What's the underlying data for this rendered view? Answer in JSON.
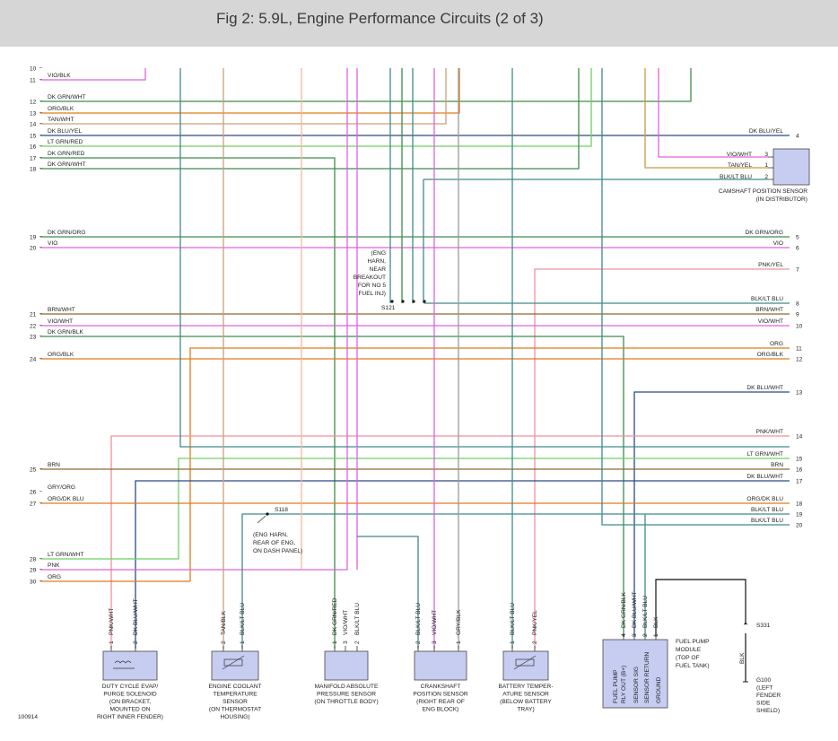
{
  "header": {
    "title": "Fig 2: 5.9L, Engine Performance Circuits (2 of 3)"
  },
  "colors": {
    "DK_GRN": "#3f8d4a",
    "ORG": "#e07a1a",
    "TAN": "#c9a07a",
    "DK_BLU": "#2a4a8a",
    "LT_GRN": "#6ed060",
    "VIO": "#e060e0",
    "BLK_LTBLU": "#3f8a8a",
    "BRN": "#8a6a2a",
    "PNK": "#f090a0",
    "GRY": "#9a9a9a",
    "OUTLINE": "#444444",
    "BOX": "#c6cdf0"
  },
  "left_pins": [
    {
      "n": "10",
      "w": ""
    },
    {
      "n": "11",
      "w": "VIO/BLK"
    },
    {
      "n": "12",
      "w": "DK GRN/WHT"
    },
    {
      "n": "13",
      "w": "ORG/BLK"
    },
    {
      "n": "14",
      "w": "TAN/WHT"
    },
    {
      "n": "15",
      "w": "DK BLU/YEL"
    },
    {
      "n": "16",
      "w": "LT GRN/RED"
    },
    {
      "n": "17",
      "w": "DK GRN/RED"
    },
    {
      "n": "18",
      "w": "DK GRN/WHT"
    },
    {
      "n": "19",
      "w": "DK GRN/ORG"
    },
    {
      "n": "20",
      "w": "VIO"
    },
    {
      "n": "21",
      "w": "BRN/WHT"
    },
    {
      "n": "22",
      "w": "VIO/WHT"
    },
    {
      "n": "23",
      "w": "DK GRN/BLK"
    },
    {
      "n": "24",
      "w": "ORG/BLK"
    },
    {
      "n": "25",
      "w": "BRN"
    },
    {
      "n": "26",
      "w": "GRY/ORG"
    },
    {
      "n": "27",
      "w": "ORG/DK BLU"
    },
    {
      "n": "28",
      "w": "LT GRN/WHT"
    },
    {
      "n": "29",
      "w": "PNK"
    },
    {
      "n": "30",
      "w": "ORG"
    }
  ],
  "right_pins": [
    {
      "n": "4",
      "w": "DK BLU/YEL"
    },
    {
      "n": "5",
      "w": "DK GRN/ORG"
    },
    {
      "n": "6",
      "w": "VIO"
    },
    {
      "n": "7",
      "w": "PNK/YEL"
    },
    {
      "n": "8",
      "w": "BLK/LT BLU"
    },
    {
      "n": "9",
      "w": "BRN/WHT"
    },
    {
      "n": "10",
      "w": "VIO/WHT"
    },
    {
      "n": "11",
      "w": "ORG"
    },
    {
      "n": "12",
      "w": "ORG/BLK"
    },
    {
      "n": "13",
      "w": "DK BLU/WHT"
    },
    {
      "n": "14",
      "w": "PNK/WHT"
    },
    {
      "n": "15",
      "w": "LT GRN/WHT"
    },
    {
      "n": "16",
      "w": "BRN"
    },
    {
      "n": "17",
      "w": "DK BLU/WHT"
    },
    {
      "n": "18",
      "w": "ORG/DK BLU"
    },
    {
      "n": "19",
      "w": "BLK/LT BLU"
    },
    {
      "n": "20",
      "w": "BLK/LT BLU"
    }
  ],
  "camshaft": {
    "pins": [
      {
        "n": "3",
        "w": "VIO/WHT"
      },
      {
        "n": "1",
        "w": "TAN/YEL"
      },
      {
        "n": "2",
        "w": "BLK/LT BLU"
      }
    ],
    "label": [
      "CAMSHAFT POSITION SENSOR",
      "(IN DISTRIBUTOR)"
    ]
  },
  "splices": {
    "s121": {
      "id": "S121",
      "note": [
        "(ENG",
        "HARN,",
        "NEAR",
        "BREAKOUT",
        "FOR NO 5",
        "FUEL INJ)"
      ]
    },
    "s118": {
      "id": "S118",
      "note": [
        "(ENG HARN,",
        "REAR OF ENG,",
        "ON DASH PANEL)"
      ]
    },
    "s331": {
      "id": "S331"
    }
  },
  "components": [
    {
      "pins": [
        {
          "n": "1",
          "w": "PNK/WHT"
        },
        {
          "n": "2",
          "w": "DK BLU/WHT"
        }
      ],
      "label": [
        "DUTY CYCLE EVAP/",
        "PURGE SOLENOID",
        "(ON BRACKET,",
        "MOUNTED ON",
        "RIGHT INNER FENDER)"
      ]
    },
    {
      "pins": [
        {
          "n": "2",
          "w": "TAN/BLK"
        },
        {
          "n": "1",
          "w": "BLK/LT BLU"
        }
      ],
      "label": [
        "ENGINE COOLANT",
        "TEMPERATURE",
        "SENSOR",
        "(ON THERMOSTAT",
        "HOUSING)"
      ]
    },
    {
      "pins": [
        {
          "n": "1",
          "w": "DK GRN/RED"
        },
        {
          "n": "3",
          "w": "VIO/WHT"
        },
        {
          "n": "2",
          "w": "BLK/LT BLU"
        }
      ],
      "label": [
        "MANIFOLD ABSOLUTE",
        "PRESSURE SENSOR",
        "(ON THROTTLE BODY)"
      ]
    },
    {
      "pins": [
        {
          "n": "2",
          "w": "BLK/LT BLU"
        },
        {
          "n": "3",
          "w": "VIO/WHT"
        },
        {
          "n": "1",
          "w": "GRY/BLK"
        }
      ],
      "label": [
        "CRANKSHAFT",
        "POSITION SENSOR",
        "(RIGHT REAR OF",
        "ENG BLOCK)"
      ]
    },
    {
      "pins": [
        {
          "n": "1",
          "w": "BLK/LT BLU"
        },
        {
          "n": "2",
          "w": "PNK/YEL"
        }
      ],
      "label": [
        "BATTERY TEMPER-",
        "ATURE SENSOR",
        "(BELOW BATTERY",
        "TRAY)"
      ]
    }
  ],
  "fuel_pump": {
    "pins": [
      {
        "n": "4",
        "w": "DK GRN/BLK"
      },
      {
        "n": "3",
        "w": "DK BLU/WHT"
      },
      {
        "n": "2",
        "w": "BLK/LT BLU"
      },
      {
        "n": "1",
        "w": "BLK"
      }
    ],
    "internal": [
      "FUEL PUMP",
      "RLY OUT (B+)",
      "SENSOR SIG",
      "SENSOR RETURN",
      "GROUND"
    ],
    "label": [
      "FUEL PUMP",
      "MODULE",
      "(TOP OF",
      "FUEL TANK)"
    ]
  },
  "ground": {
    "wire": "BLK",
    "label": [
      "G100",
      "(LEFT",
      "FENDER",
      "SIDE",
      "SHIELD)"
    ]
  },
  "figure_id": "100914"
}
